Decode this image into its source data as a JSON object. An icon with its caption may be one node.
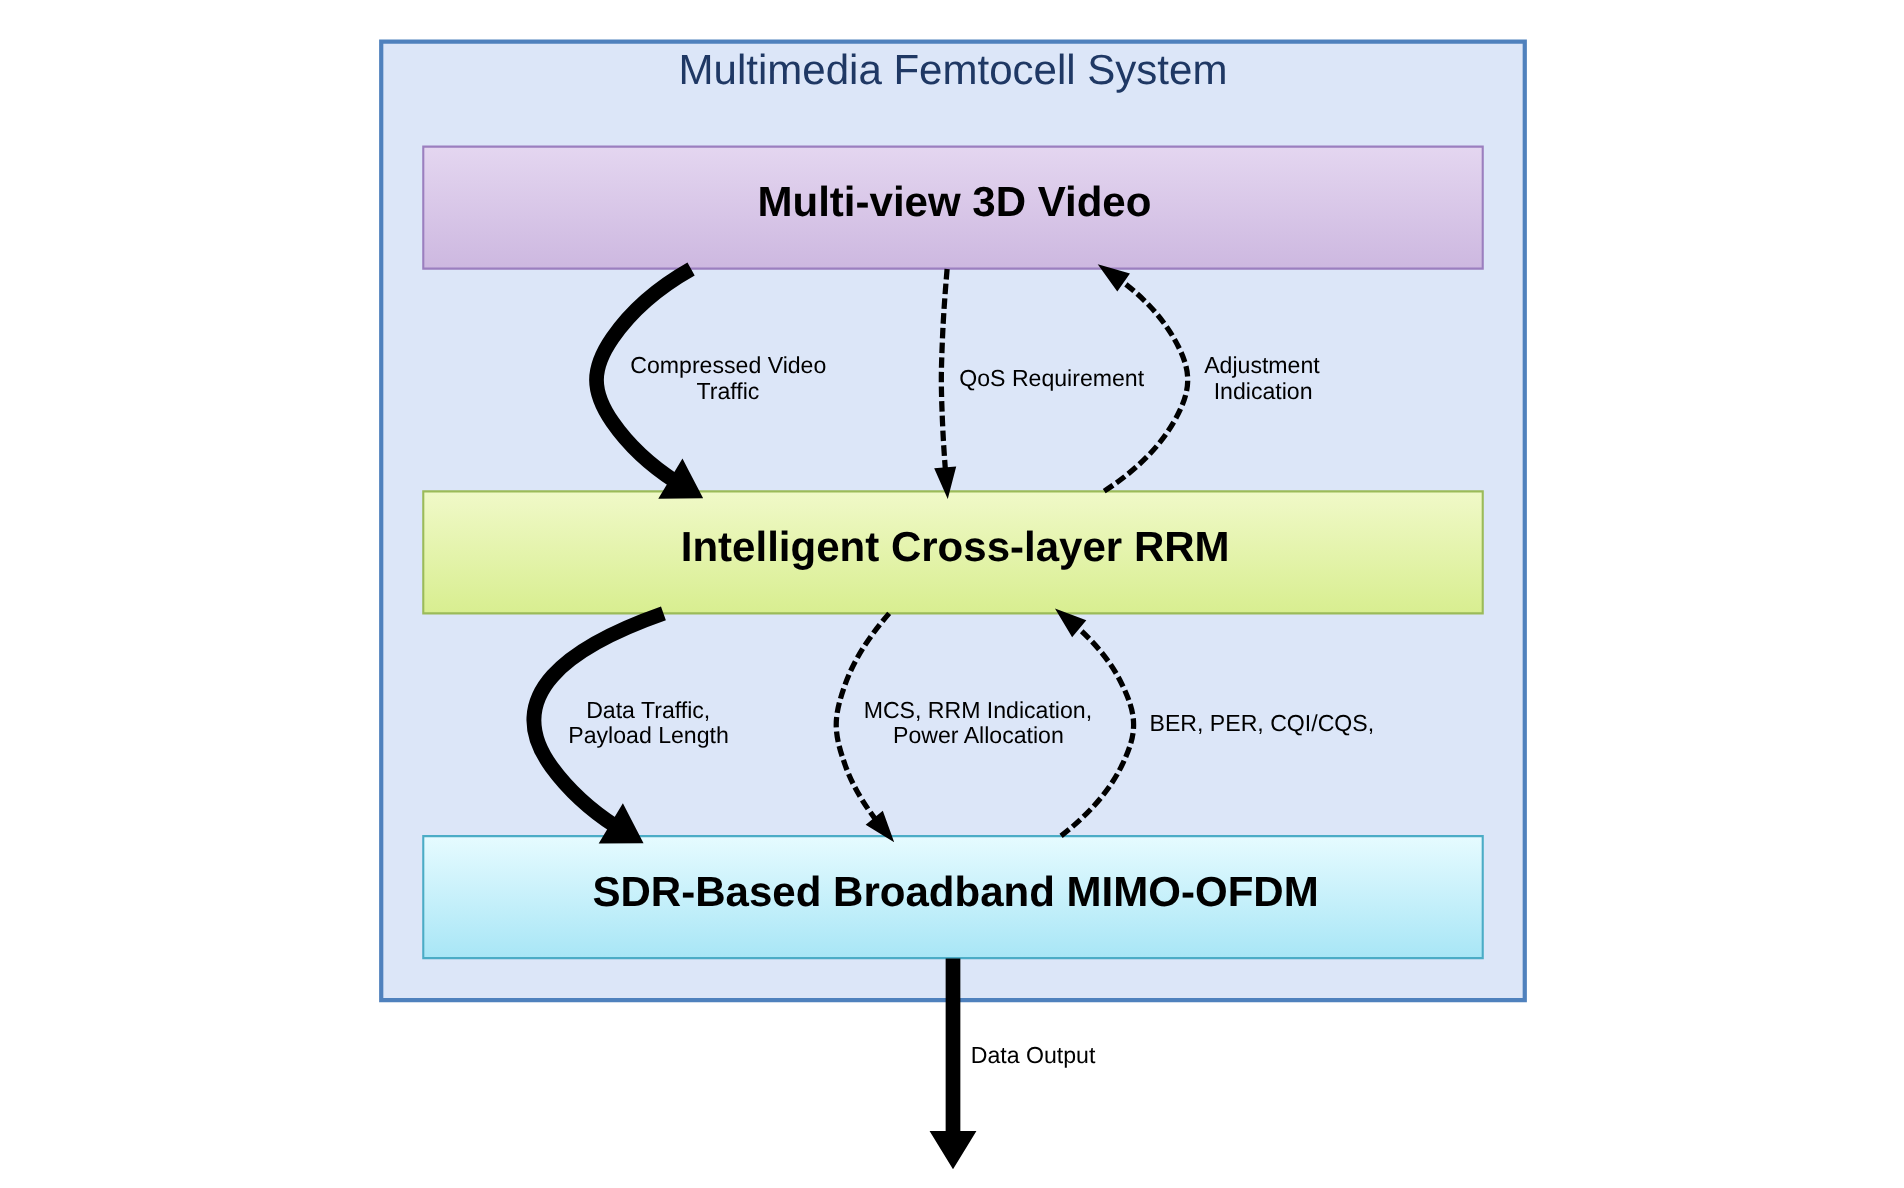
{
  "diagram": {
    "nodes": [
      {
        "text": [
          "Multimedia Femtocell System"
        ]
      },
      {
        "text": [
          "Multi-view 3D Video"
        ],
        "in": 0
      },
      {
        "text": [
          "Intelligent Cross-layer RRM"
        ],
        "in": 0
      },
      {
        "text": [
          "SDR-Based Broadband MIMO-OFDM"
        ],
        "in": 0
      }
    ],
    "edges": [
      {
        "from": 1,
        "to": 2,
        "arrow": "to",
        "label": "Compressed Video Traffic",
        "style": "thick"
      },
      {
        "from": 1,
        "to": 2,
        "arrow": "to",
        "label": "QoS Requirement",
        "style": "dashed"
      },
      {
        "from": 2,
        "to": 1,
        "arrow": "to",
        "label": "Adjustment Indication",
        "style": "dashed"
      },
      {
        "from": 2,
        "to": 3,
        "arrow": "to",
        "label": "Data Traffic, Payload Length",
        "style": "thick"
      },
      {
        "from": 2,
        "to": 3,
        "arrow": "to",
        "label": "MCS, RRM Indication, Power Allocation",
        "style": "dashed"
      },
      {
        "from": 3,
        "to": 2,
        "arrow": "to",
        "label": "BER, PER, CQI/CQS,",
        "style": "dashed"
      },
      {
        "from": 3,
        "to": null,
        "arrow": "to",
        "label": "Data Output",
        "style": "thick"
      }
    ]
  }
}
